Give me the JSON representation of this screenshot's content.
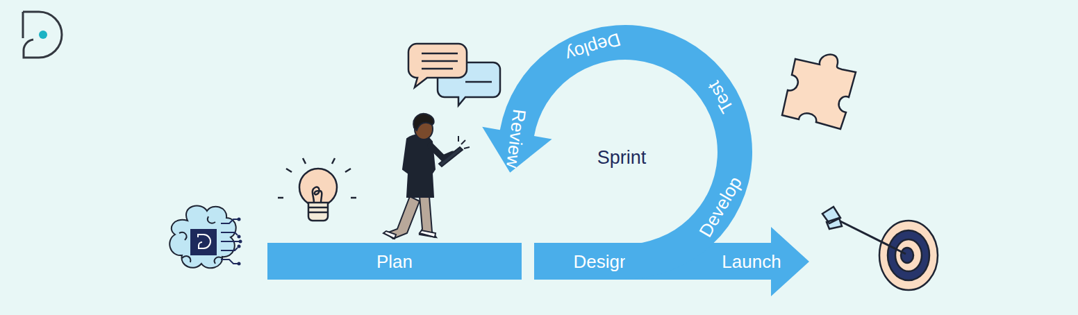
{
  "diagram": {
    "nodes": [
      {
        "text": [
          "Plan"
        ]
      },
      {
        "text": [
          "Design",
          "Launch"
        ]
      },
      {
        "text": [
          "Develop",
          "Test",
          "Deploy",
          "Review"
        ]
      }
    ],
    "labels": [
      "Sprint"
    ]
  }
}
